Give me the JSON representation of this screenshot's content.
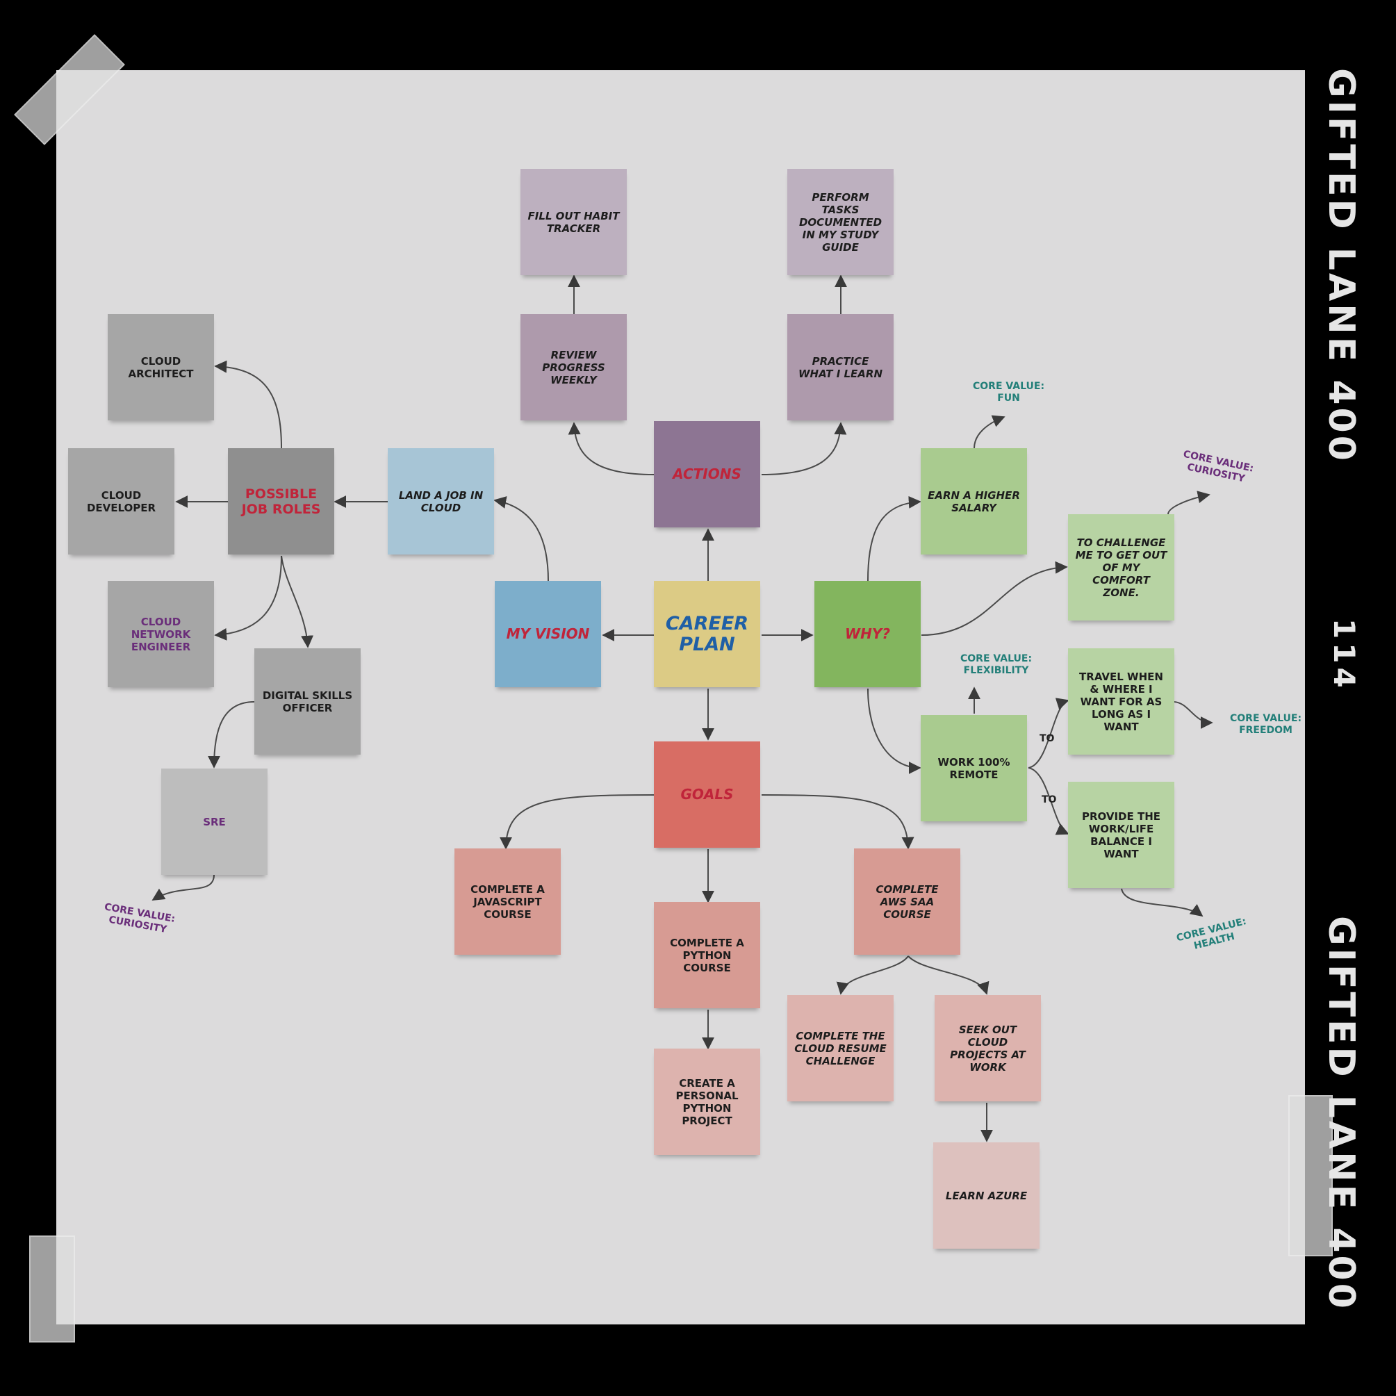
{
  "film": {
    "brand_top": "GIFTED LANE 400",
    "frame_number": "114",
    "brand_bottom": "GIFTED LANE 400"
  },
  "colors": {
    "center": "#dccb85",
    "actions": "#8d7593",
    "actions_light": "#ae9aac",
    "actions_lighter": "#bdb0bf",
    "vision": "#7daecb",
    "vision_light": "#a7c5d6",
    "why": "#83b55e",
    "why_light": "#a9cb8f",
    "why_lighter": "#b7d3a3",
    "goals": "#d86d64",
    "goals_light": "#d79b93",
    "goals_lighter": "#ddb3ae",
    "roles": "#8f8f8f",
    "roles_light": "#a6a6a6",
    "roles_lighter": "#bdbdbd"
  },
  "notes": {
    "career_plan": "CAREER PLAN",
    "actions": "ACTIONS",
    "review_progress": "REVIEW PROGRESS WEEKLY",
    "fill_habit": "FILL OUT HABIT TRACKER",
    "practice": "PRACTICE WHAT I LEARN",
    "perform_tasks": "PERFORM TASKS DOCUMENTED IN MY STUDY GUIDE",
    "my_vision": "MY VISION",
    "land_job": "LAND A JOB IN CLOUD",
    "possible_roles": "POSSIBLE JOB ROLES",
    "cloud_architect": "CLOUD ARCHITECT",
    "cloud_developer": "CLOUD DEVELOPER",
    "cloud_network": "CLOUD NETWORK ENGINEER",
    "digital_skills": "DIGITAL SKILLS OFFICER",
    "sre": "SRE",
    "why": "WHY?",
    "earn_salary": "EARN A HIGHER SALARY",
    "challenge": "TO CHALLENGE ME TO GET OUT OF MY COMFORT ZONE.",
    "work_remote": "WORK 100% REMOTE",
    "travel": "TRAVEL WHEN & WHERE I WANT FOR AS LONG AS I WANT",
    "balance": "PROVIDE THE WORK/LIFE BALANCE I WANT",
    "goals": "GOALS",
    "js_course": "COMPLETE A JAVASCRIPT COURSE",
    "python_course": "COMPLETE A PYTHON COURSE",
    "python_project": "CREATE A PERSONAL PYTHON PROJECT",
    "aws_course": "COMPLETE AWS SAA COURSE",
    "resume_challenge": "COMPLETE THE CLOUD RESUME CHALLENGE",
    "cloud_projects": "SEEK OUT CLOUD PROJECTS AT WORK",
    "learn_azure": "LEARN AZURE"
  },
  "core_values": {
    "fun_label": "CORE VALUE:",
    "fun_value": "FUN",
    "curiosity_r_label": "CORE VALUE:",
    "curiosity_r_value": "CURIOSITY",
    "flexibility_label": "CORE VALUE:",
    "flexibility_value": "FLEXIBILITY",
    "freedom_label": "CORE VALUE:",
    "freedom_value": "FREEDOM",
    "health_label": "CORE VALUE:",
    "health_value": "HEALTH",
    "curiosity_l_label": "CORE VALUE:",
    "curiosity_l_value": "CURIOSITY"
  },
  "edge_labels": {
    "to_travel": "TO",
    "to_balance": "TO"
  }
}
